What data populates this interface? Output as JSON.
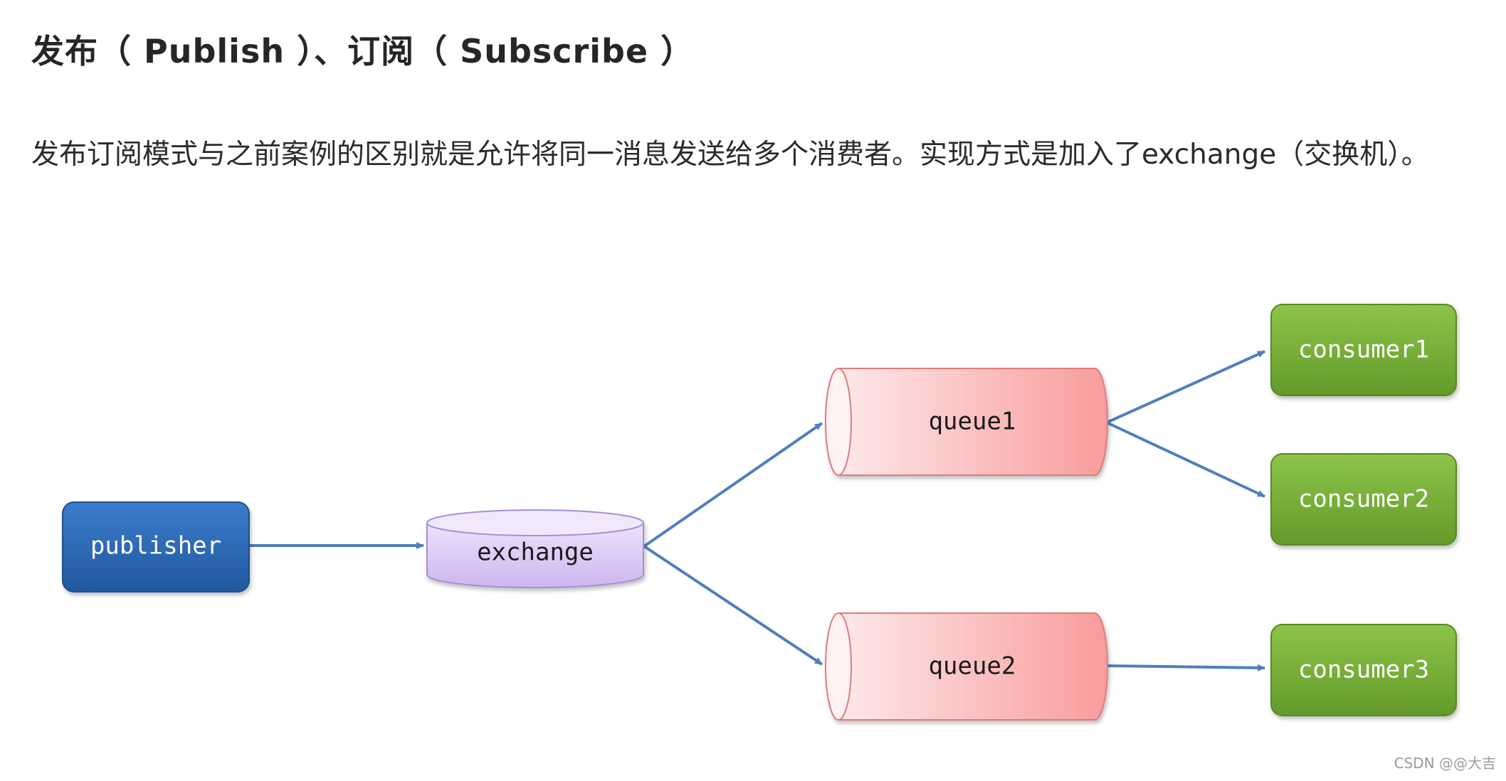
{
  "heading": "发布（ Publish ）、订阅（ Subscribe ）",
  "description": "发布订阅模式与之前案例的区别就是允许将同一消息发送给多个消费者。实现方式是加入了exchange（交换机）。",
  "diagram": {
    "publisher": "publisher",
    "exchange": "exchange",
    "queue1": "queue1",
    "queue2": "queue2",
    "consumer1": "consumer1",
    "consumer2": "consumer2",
    "consumer3": "consumer3"
  },
  "watermark": "CSDN @@大吉",
  "colors": {
    "publisher": "#2f6bb8",
    "exchange": "#dcc9f5",
    "queue": "#f9b1b1",
    "consumer": "#7cb13a",
    "arrow": "#4f7fbd"
  }
}
